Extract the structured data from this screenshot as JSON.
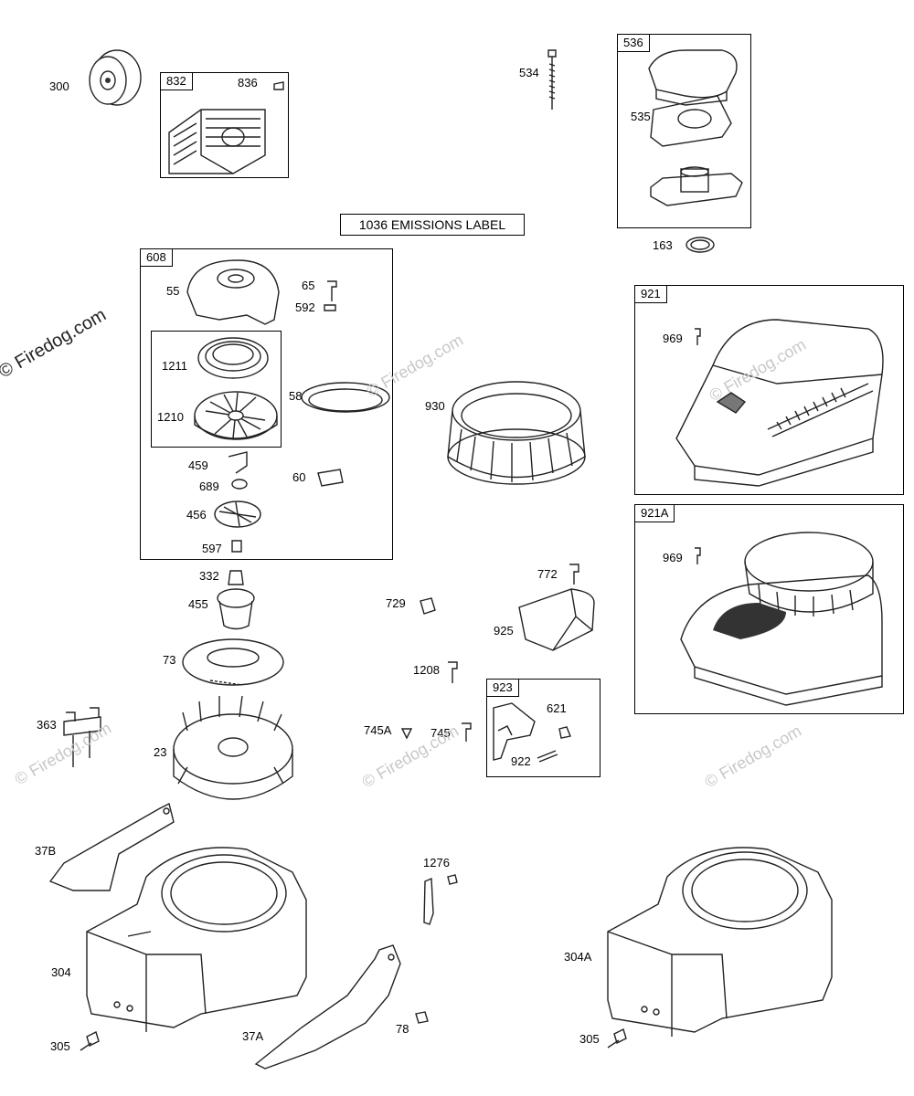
{
  "banner": "1036 EMISSIONS LABEL",
  "watermark_main": "© Firedog.com",
  "watermark_faint": "© Firedog.com",
  "boxes": {
    "b832": "832",
    "b536": "536",
    "b608": "608",
    "b921": "921",
    "b921a": "921A",
    "b923": "923"
  },
  "labels": {
    "l300": "300",
    "l836": "836",
    "l534": "534",
    "l535": "535",
    "l163": "163",
    "l55": "55",
    "l65": "65",
    "l592": "592",
    "l1211": "1211",
    "l1210": "1210",
    "l58": "58",
    "l459": "459",
    "l689": "689",
    "l60": "60",
    "l456": "456",
    "l597": "597",
    "l930": "930",
    "l969a": "969",
    "l969b": "969",
    "l332": "332",
    "l455": "455",
    "l73": "73",
    "l363": "363",
    "l23": "23",
    "l772": "772",
    "l729": "729",
    "l925": "925",
    "l1208": "1208",
    "l745a": "745A",
    "l745": "745",
    "l621": "621",
    "l922": "922",
    "l37b": "37B",
    "l304": "304",
    "l305a": "305",
    "l1276": "1276",
    "l37a": "37A",
    "l78": "78",
    "l304a": "304A",
    "l305b": "305"
  }
}
